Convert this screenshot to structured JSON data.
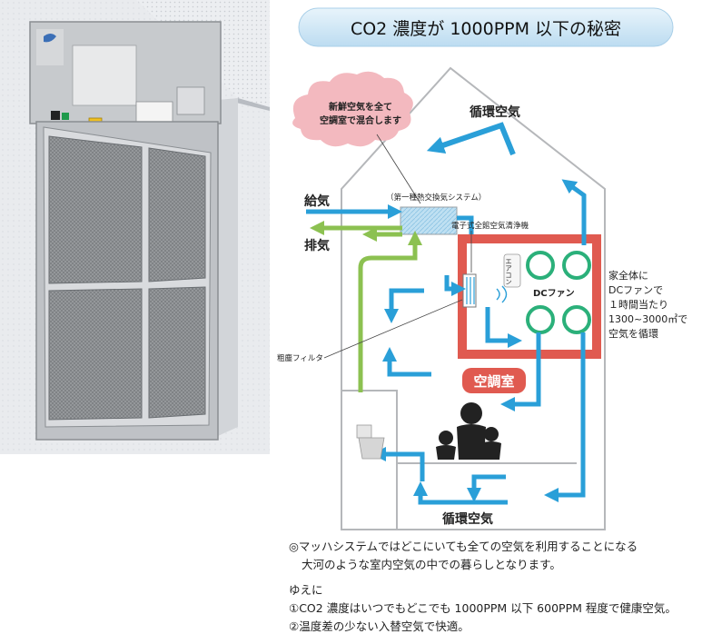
{
  "title": "CO2 濃度が 1000PPM 以下の秘密",
  "cloud_text": [
    "新鮮空気を全て",
    "空調室で混合します"
  ],
  "labels": {
    "top_circulation": "循環空気",
    "bottom_circulation": "循環空気",
    "supply": "給気",
    "exhaust": "排気",
    "system": "（第一種熱交換気システム）",
    "purifier": "電子式全館空気清浄機",
    "aircon": "エアコン",
    "dc_fan": "DCファン",
    "filter": "粗塵フィルタ",
    "room": "空調室"
  },
  "fan_note": [
    "家全体に",
    "DCファンで",
    "１時間当たり",
    "1300~3000㎥で",
    "空気を循環"
  ],
  "notes": {
    "line1": "◎マッハシステムではどこにいても全ての空気を利用することになる",
    "line2": "大河のような室内空気の中での暮らしとなります。",
    "line3": "ゆえに",
    "line4": "①CO2 濃度はいつでもどこでも 1000PPM 以下 600PPM 程度で健康空気。",
    "line5": "②温度差の少ない入替空気で快適。"
  },
  "colors": {
    "flow_blue": "#2a9fd8",
    "exhaust_green": "#8cc151",
    "room_red": "#e05a50",
    "fan_green": "#2bb07a",
    "title_banner": "#cde6f6"
  }
}
